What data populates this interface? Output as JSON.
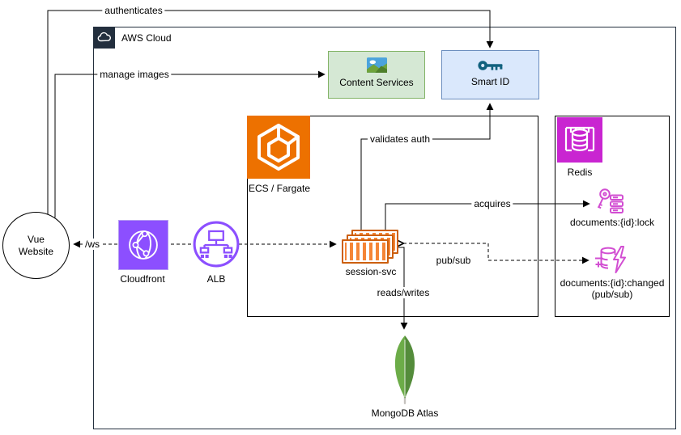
{
  "groups": {
    "aws_cloud": {
      "label": "AWS Cloud"
    }
  },
  "nodes": {
    "vue": {
      "line1": "Vue",
      "line2": "Website"
    },
    "cloudfront": {
      "label": "Cloudfront"
    },
    "alb": {
      "label": "ALB"
    },
    "content_services": {
      "label": "Content Services"
    },
    "smart_id": {
      "label": "Smart ID"
    },
    "ecs_fargate": {
      "label": "ECS / Fargate"
    },
    "session_svc": {
      "label": "session-svc"
    },
    "redis": {
      "label": "Redis"
    },
    "redis_lock": {
      "label": "documents:{id}:lock"
    },
    "redis_changed": {
      "line1": "documents:{id}:changed",
      "line2": "(pub/sub)"
    },
    "mongodb": {
      "label": "MongoDB Atlas"
    }
  },
  "edges": {
    "authenticates": {
      "label": "authenticates"
    },
    "manage_images": {
      "label": "manage images"
    },
    "ws": {
      "label": "/ws"
    },
    "validates_auth": {
      "label": "validates auth"
    },
    "acquires": {
      "label": "acquires"
    },
    "pub_sub": {
      "label": "pub/sub"
    },
    "reads_writes": {
      "label": "reads/writes"
    }
  },
  "colors": {
    "aws_outline": "#232F3E",
    "ecs_orange": "#ED7100",
    "container_orange": "#F58536",
    "redis_magenta": "#C925D1",
    "redis_key_pink": "#D24ED2",
    "network_purple": "#8C4FFF",
    "content_fill": "#D5E8D4",
    "content_border": "#82B366",
    "smartid_fill": "#DAE8FC",
    "smartid_border": "#6C8EBF",
    "smartid_key": "#11617E",
    "mongo_green_light": "#6CAC48",
    "mongo_green_dark": "#548C3B"
  }
}
